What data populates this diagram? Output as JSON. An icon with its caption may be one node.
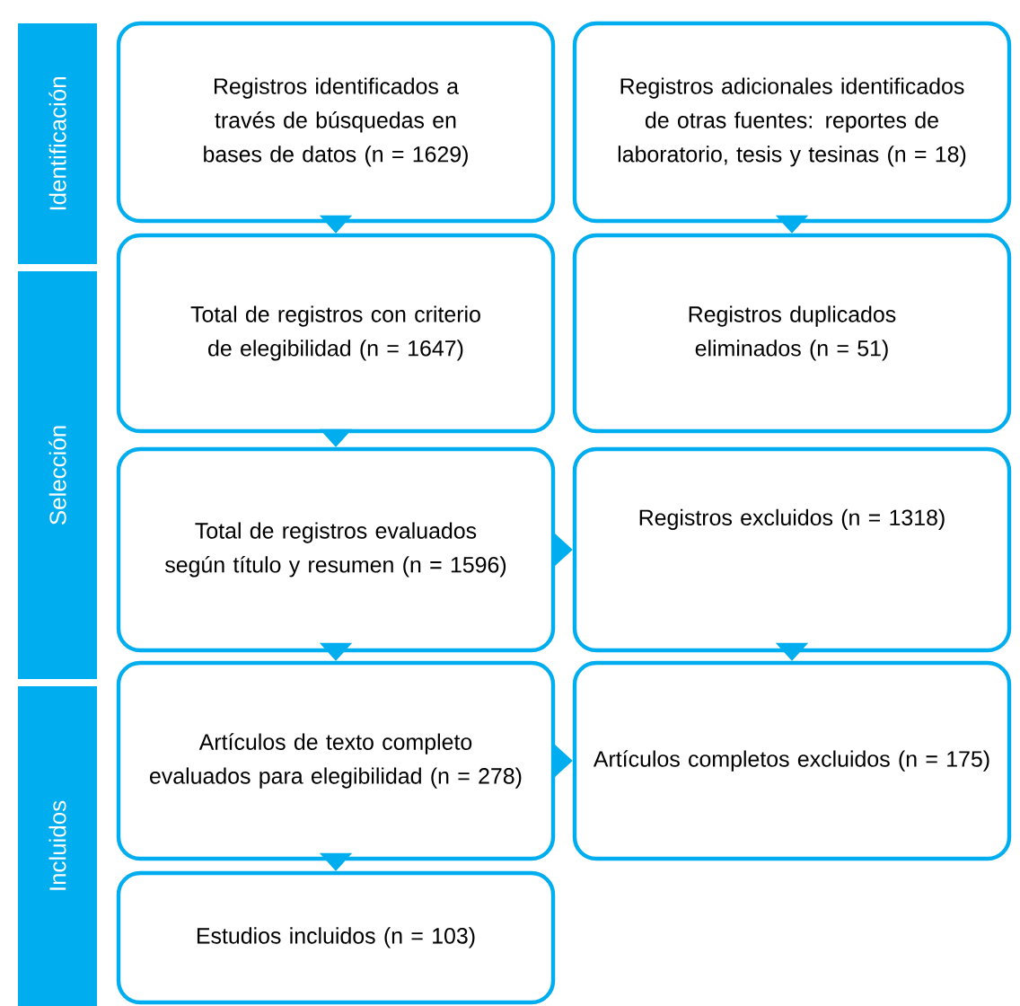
{
  "diagram": {
    "nodes": [
      {
        "text": [
          "Identificación"
        ]
      },
      {
        "text": [
          "Selección"
        ]
      },
      {
        "text": [
          "Incluidos"
        ]
      },
      {
        "text": [
          "Registros identificados a través de búsquedas en bases de datos (n = 1629)"
        ]
      },
      {
        "text": [
          "Registros adicionales identificados de otras fuentes: reportes de laboratorio, tesis y tesinas (n = 18)"
        ]
      },
      {
        "text": [
          "Total de registros con criterio de elegibilidad (n = 1647)"
        ]
      },
      {
        "text": [
          "Registros duplicados eliminados (n = 51)"
        ]
      },
      {
        "text": [
          "Total de registros evaluados según título y resumen (n = 1596)"
        ]
      },
      {
        "text": [
          "Registros excluidos (n = 1318)"
        ]
      },
      {
        "text": [
          "Artículos de texto completo evaluados para elegibilidad (n = 278)"
        ]
      },
      {
        "text": [
          "Artículos completos excluidos (n = 175)"
        ]
      },
      {
        "text": [
          "Estudios incluidos (n = 103)"
        ]
      }
    ],
    "edges": [
      {
        "from": 3,
        "to": 5,
        "arrow": "to"
      },
      {
        "from": 4,
        "to": 6,
        "arrow": "to"
      },
      {
        "from": 5,
        "to": 7,
        "arrow": "to"
      },
      {
        "from": 7,
        "to": 8,
        "arrow": "to"
      },
      {
        "from": 8,
        "to": 10,
        "arrow": "to"
      },
      {
        "from": 7,
        "to": 9,
        "arrow": "to"
      },
      {
        "from": 9,
        "to": 10,
        "arrow": "to"
      },
      {
        "from": 9,
        "to": 11,
        "arrow": "to"
      }
    ]
  }
}
